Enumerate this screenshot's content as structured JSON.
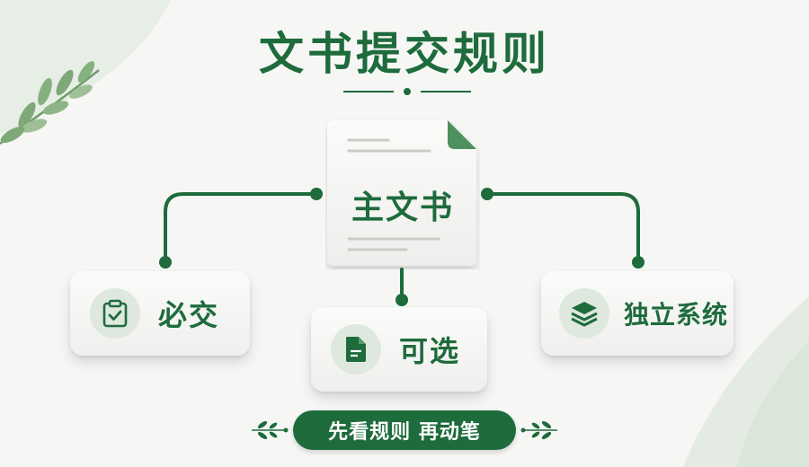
{
  "title": "文书提交规则",
  "main_node": {
    "label": "主文书"
  },
  "options": [
    {
      "label": "必交",
      "icon": "clipboard-check-icon"
    },
    {
      "label": "可选",
      "icon": "document-icon"
    },
    {
      "label": "独立系统",
      "icon": "layers-icon"
    }
  ],
  "footer": {
    "label": "先看规则 再动笔"
  },
  "colors": {
    "accent": "#1e6b3c",
    "icon_bg": "#dfe8de",
    "card": "#f5f5f3",
    "background": "#f6f7f5"
  }
}
